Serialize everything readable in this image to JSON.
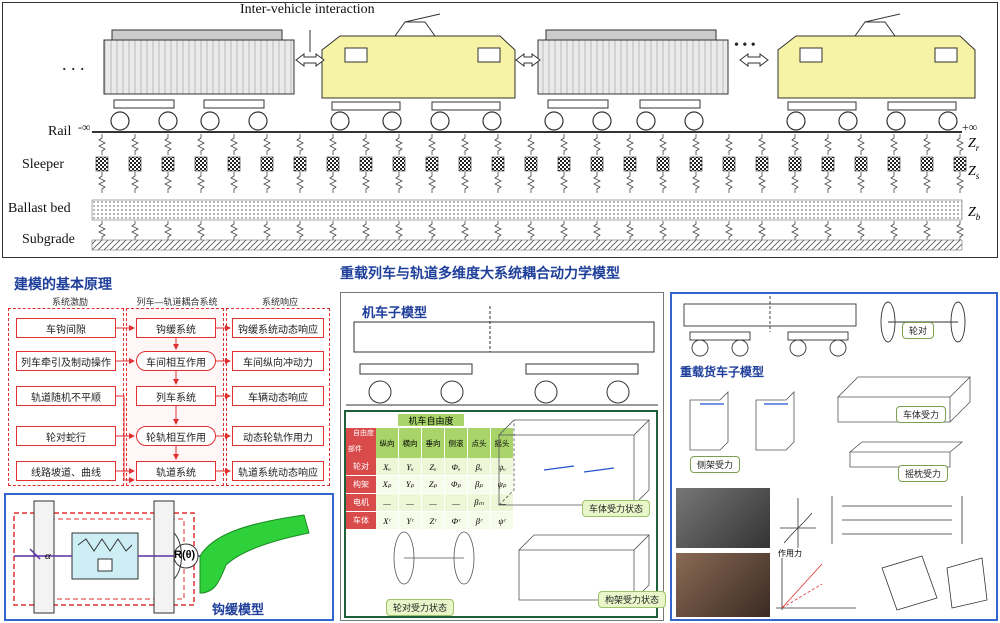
{
  "top": {
    "interaction_label": "Inter-vehicle interaction",
    "ellipsis_left": ". . .",
    "ellipsis_mid": "• • •",
    "rail_label": "Rail",
    "sleeper_label": "Sleeper",
    "ballast_label": "Ballast bed",
    "subgrade_label": "Subgrade",
    "minus_inf": "-∞",
    "plus_inf": "+∞",
    "zr": "Z",
    "zr_sub": "r",
    "zs": "Z",
    "zs_sub": "s",
    "zb": "Z",
    "zb_sub": "b"
  },
  "main_title": "重载列车与轨道多维度大系统耦合动力学模型",
  "principle": {
    "title": "建模的基本原理",
    "col1": "系统激励",
    "col2": "列车—轨道耦合系统",
    "col3": "系统响应",
    "excitations": [
      "车钩间隙",
      "列车牵引及制动操作",
      "轨道随机不平顺",
      "轮对蛇行",
      "线路坡道、曲线"
    ],
    "systems": [
      "钩缓系统",
      "车间相互作用",
      "列车系统",
      "轮轨相互作用",
      "轨道系统"
    ],
    "responses": [
      "钩缓系统动态响应",
      "车间纵向冲动力",
      "车辆动态响应",
      "动态轮轨作用力",
      "轨道系统动态响应"
    ]
  },
  "coupler": {
    "title": "钩缓模型",
    "label": "R(θ)",
    "angle": "α"
  },
  "loco": {
    "title": "机车子模型",
    "table_title": "机车自由度",
    "corner_top": "自由度",
    "corner_bottom": "部件",
    "dof_headers": [
      "纵向",
      "横向",
      "垂向",
      "侧滚",
      "点头",
      "摇头"
    ],
    "rows": [
      {
        "name": "轮对",
        "cells": [
          "Xᵤ",
          "Yᵤ",
          "Zᵤ",
          "Φᵤ",
          "βᵤ",
          "ψᵤ"
        ]
      },
      {
        "name": "构架",
        "cells": [
          "Xₚ",
          "Yₚ",
          "Zₚ",
          "Φₚ",
          "βₚ",
          "ψₚ"
        ]
      },
      {
        "name": "电机",
        "cells": [
          "—",
          "—",
          "—",
          "—",
          "βₘ",
          "—"
        ]
      },
      {
        "name": "车体",
        "cells": [
          "Xᶜ",
          "Yᶜ",
          "Zᶜ",
          "Φᶜ",
          "βᶜ",
          "ψᶜ"
        ]
      }
    ],
    "cap_body": "车体受力状态",
    "cap_wheel": "轮对受力状态",
    "cap_frame": "构架受力状态"
  },
  "freight": {
    "title": "重载货车子模型",
    "cap_wheel": "轮对",
    "cap_body": "车体受力",
    "cap_side": "侧架受力",
    "cap_bolster": "摇枕受力",
    "friction_label": "作用力"
  },
  "colors": {
    "loco_yellow": "#f7f3a6",
    "wagon_gray": "#d9d9d9",
    "title_blue": "#1f3f9a",
    "flow_red": "#e03030",
    "coupler_green": "#2fd13a",
    "table_red": "#d94a4a",
    "table_head": "#a8d46a"
  }
}
